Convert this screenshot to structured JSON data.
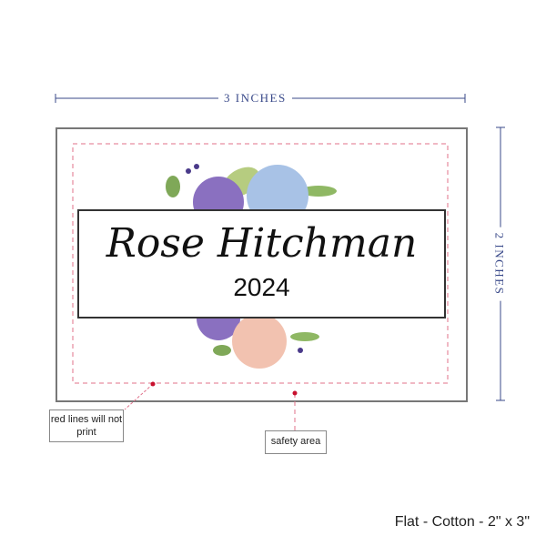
{
  "dimensions": {
    "width_label": "3 INCHES",
    "height_label": "2 INCHES"
  },
  "label": {
    "name": "Rose Hitchman",
    "year": "2024"
  },
  "notes": {
    "red_lines": "red lines will not print",
    "safety_area": "safety area"
  },
  "product": {
    "description": "Flat - Cotton - 2\" x 3\""
  },
  "colors": {
    "dimension": "#3a4a8a",
    "guide": "#e0708a",
    "dot": "#c8102e"
  }
}
